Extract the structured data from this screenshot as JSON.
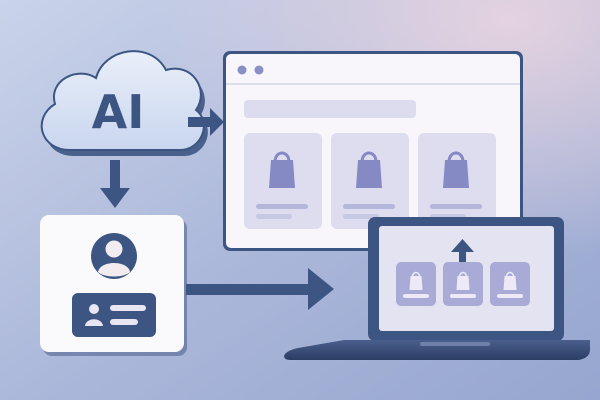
{
  "cloud": {
    "label": "AI",
    "icon": "cloud-icon"
  },
  "browser": {
    "icon": "browser-window-icon",
    "product_icon": "shopping-bag-icon",
    "product_count": 3
  },
  "profile": {
    "icon": "user-avatar-icon",
    "card_icon": "id-card-icon"
  },
  "laptop": {
    "icon": "laptop-icon",
    "arrow_icon": "arrow-up-icon",
    "product_icon": "shopping-bag-icon",
    "product_count": 3
  },
  "colors": {
    "navy": "#3d5582",
    "bag": "#8589c4",
    "card": "#ddddef",
    "panel": "#f8f6fa",
    "cloud": "#d8e3f4",
    "arrow": "#3d5582"
  }
}
